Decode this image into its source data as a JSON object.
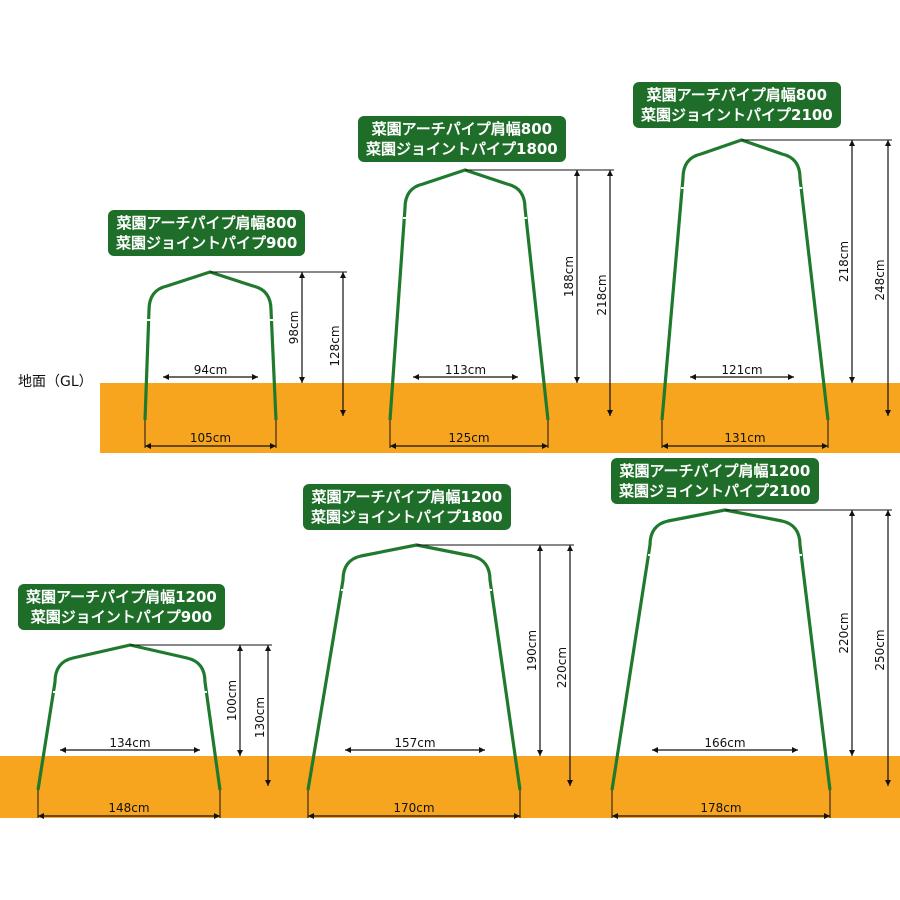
{
  "ground_label": "地面（GL）",
  "colors": {
    "ground": "#f7a51e",
    "pipe": "#1f7a2e",
    "tag_bg": "#1e6e2a",
    "dim": "#111111"
  },
  "arches": [
    {
      "line1": "菜園アーチパイプ肩幅800",
      "line2": "菜園ジョイントパイプ900",
      "inner_width": "94cm",
      "base_width": "105cm",
      "height_above": "98cm",
      "height_total": "128cm"
    },
    {
      "line1": "菜園アーチパイプ肩幅800",
      "line2": "菜園ジョイントパイプ1800",
      "inner_width": "113cm",
      "base_width": "125cm",
      "height_above": "188cm",
      "height_total": "218cm"
    },
    {
      "line1": "菜園アーチパイプ肩幅800",
      "line2": "菜園ジョイントパイプ2100",
      "inner_width": "121cm",
      "base_width": "131cm",
      "height_above": "218cm",
      "height_total": "248cm"
    },
    {
      "line1": "菜園アーチパイプ肩幅1200",
      "line2": "菜園ジョイントパイプ900",
      "inner_width": "134cm",
      "base_width": "148cm",
      "height_above": "100cm",
      "height_total": "130cm"
    },
    {
      "line1": "菜園アーチパイプ肩幅1200",
      "line2": "菜園ジョイントパイプ1800",
      "inner_width": "157cm",
      "base_width": "170cm",
      "height_above": "190cm",
      "height_total": "220cm"
    },
    {
      "line1": "菜園アーチパイプ肩幅1200",
      "line2": "菜園ジョイントパイプ2100",
      "inner_width": "166cm",
      "base_width": "178cm",
      "height_above": "220cm",
      "height_total": "250cm"
    }
  ]
}
